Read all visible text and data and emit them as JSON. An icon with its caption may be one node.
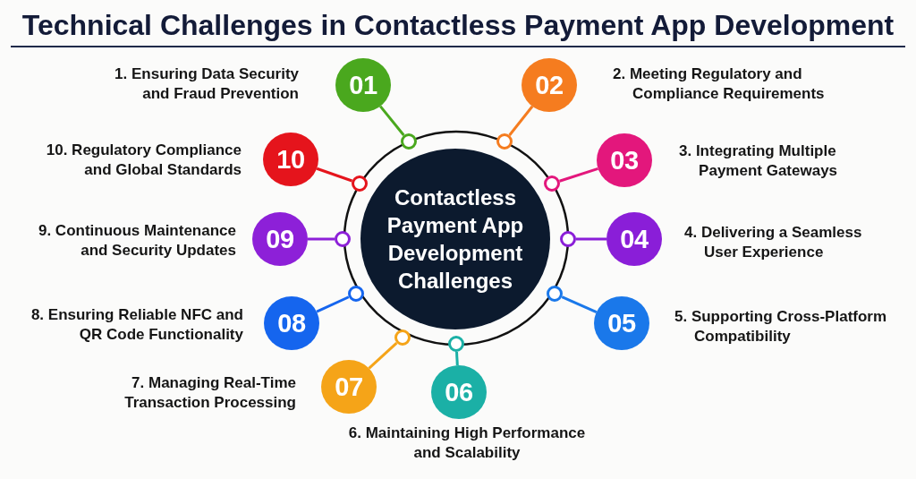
{
  "diagram": {
    "title": "Technical Challenges in Contactless Payment App Development",
    "nodes": [
      {
        "text": [
          "Contactless Payment App Development Challenges"
        ]
      },
      {
        "text": [
          "01"
        ],
        "beside": [
          "1. Ensuring Data Security and Fraud Prevention"
        ]
      },
      {
        "text": [],
        "shape": "circle"
      },
      {
        "text": [
          "02"
        ],
        "beside": [
          "2. Meeting Regulatory and Compliance Requirements"
        ]
      },
      {
        "text": [],
        "shape": "circle"
      },
      {
        "text": [
          "03"
        ],
        "beside": [
          "3. Integrating Multiple Payment Gateways"
        ]
      },
      {
        "text": [],
        "shape": "circle"
      },
      {
        "text": [
          "04"
        ],
        "beside": [
          "4. Delivering a Seamless User Experience"
        ]
      },
      {
        "text": [],
        "shape": "circle"
      },
      {
        "text": [
          "05"
        ],
        "beside": [
          "5. Supporting Cross-Platform Compatibility"
        ]
      },
      {
        "text": [],
        "shape": "circle"
      },
      {
        "text": [
          "06"
        ],
        "beside": [
          "6. Maintaining High Performance and Scalability"
        ]
      },
      {
        "text": [],
        "shape": "circle"
      },
      {
        "text": [
          "07"
        ],
        "beside": [
          "7. Managing Real-Time Transaction Processing"
        ]
      },
      {
        "text": [],
        "shape": "circle"
      },
      {
        "text": [
          "08"
        ],
        "beside": [
          "8. Ensuring Reliable NFC and QR Code Functionality"
        ]
      },
      {
        "text": [],
        "shape": "circle"
      },
      {
        "text": [
          "09"
        ],
        "beside": [
          "9. Continuous Maintenance and Security Updates"
        ]
      },
      {
        "text": [],
        "shape": "circle"
      },
      {
        "text": [
          "10"
        ],
        "beside": [
          "10. Regulatory Compliance and Global Standards"
        ]
      },
      {
        "text": [],
        "shape": "circle"
      }
    ],
    "edges": [
      {
        "from": 1,
        "to": 2,
        "arrow": "none",
        "color": "#4aa81e"
      },
      {
        "from": 3,
        "to": 4,
        "arrow": "none",
        "color": "#f57c1f"
      },
      {
        "from": 5,
        "to": 6,
        "arrow": "none",
        "color": "#e3177c"
      },
      {
        "from": 7,
        "to": 8,
        "arrow": "none",
        "color": "#8a1ed8"
      },
      {
        "from": 9,
        "to": 10,
        "arrow": "none",
        "color": "#1a78ea"
      },
      {
        "from": 11,
        "to": 12,
        "arrow": "none",
        "color": "#1bb0a6"
      },
      {
        "from": 13,
        "to": 14,
        "arrow": "none",
        "color": "#f5a418"
      },
      {
        "from": 15,
        "to": 16,
        "arrow": "none",
        "color": "#1565ee"
      },
      {
        "from": 17,
        "to": 18,
        "arrow": "none",
        "color": "#8d20d8"
      },
      {
        "from": 19,
        "to": 20,
        "arrow": "none",
        "color": "#e5141c"
      }
    ]
  }
}
